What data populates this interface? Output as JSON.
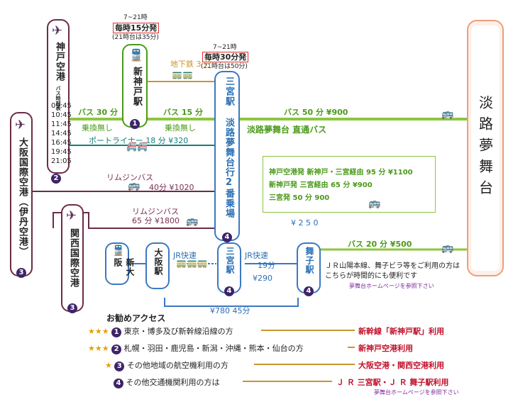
{
  "dest": {
    "name": "淡路夢舞台"
  },
  "kobe_airport": {
    "name": "神戸空港",
    "timetable_label": "バス時刻表",
    "times": [
      "09:45",
      "10:45",
      "11:45",
      "14:45",
      "16:45",
      "19:45",
      "21:05"
    ],
    "num": "2"
  },
  "osaka_airport": {
    "name": "大阪国際空港（伊丹空港）",
    "num": "3"
  },
  "kansai_airport": {
    "name": "関西国際空港",
    "num": "3"
  },
  "shinkobe": {
    "name": "新神戸駅",
    "num": "1",
    "hours": "7~21時",
    "freq": "毎時15分発",
    "freq_note": "(21時台は35分)"
  },
  "sannomiya_bus": {
    "name": "三宮駅 淡路夢舞台行2番乗場",
    "num": "4",
    "hours": "7~21時",
    "freq": "毎時30分発",
    "freq_note": "(21時台は50分)"
  },
  "shin_osaka": {
    "name": "新大阪"
  },
  "osaka_st": {
    "name": "大阪駅"
  },
  "sannomiya_rail": {
    "name": "三宮駅",
    "num": "4"
  },
  "maiko": {
    "name": "舞子駅",
    "num": "4"
  },
  "routes": {
    "subway": "地下鉄 3 分",
    "bus30": "バス 30 分",
    "noxfer1": "乗換無し",
    "bus15": "バス 15 分",
    "noxfer2": "乗換無し",
    "portliner": "ポートライナー 18 分 ¥320",
    "bus50": "バス 50 分  ¥900",
    "direct": "淡路夢舞台  直通バス",
    "limo1_label": "リムジンバス",
    "limo1_detail": "40分  ¥1020",
    "limo2_label": "リムジンバス",
    "limo2_detail": "65 分 ¥1800",
    "yen250": "¥ 2 5 0",
    "bus20": "バス 20 分  ¥500",
    "jr1": "JR快速",
    "jr2": "JR快速",
    "jr2_time": "19分",
    "jr2_price": "¥290",
    "total": "¥780  45分"
  },
  "infobox": {
    "line1": "神戸空港発 新神戸・三宮経由 95 分 ¥1100",
    "line2": "新神戸発  三宮経由 65 分 ¥900",
    "line3": "三宮発 50 分 900"
  },
  "note": {
    "line1": "ＪＲ山陽本線、舞子ビラ等をご利用の方は",
    "line2": "こちらが時間的にも便利です",
    "link": "夢舞台ホームページを参照下さい"
  },
  "recommend": {
    "title": "お勧めアクセス",
    "items": [
      {
        "stars": "★★★",
        "num": "1",
        "text": "東京・博多及び新幹線沿線の方",
        "result": "新幹線「新神戸駅」利用"
      },
      {
        "stars": "★★★",
        "num": "2",
        "text": "札幌・羽田・鹿児島・新潟・沖縄・熊本・仙台の方",
        "result": "新神戸空港利用"
      },
      {
        "stars": "★",
        "num": "3",
        "text": "その他地域の航空機利用の方",
        "result": "大阪空港・関西空港利用"
      },
      {
        "stars": "",
        "num": "4",
        "text": "その他交通機関利用の方は",
        "result": "Ｊ Ｒ 三宮駅・Ｊ Ｒ 舞子駅利用"
      }
    ],
    "link": "夢舞台ホームページを参照下さい"
  },
  "colors": {
    "green": "#8cc63f",
    "teal": "#137f7b",
    "maroon": "#6b2c48",
    "blue": "#3b78c2",
    "orange": "#c8962e",
    "purple": "#3d2468"
  }
}
